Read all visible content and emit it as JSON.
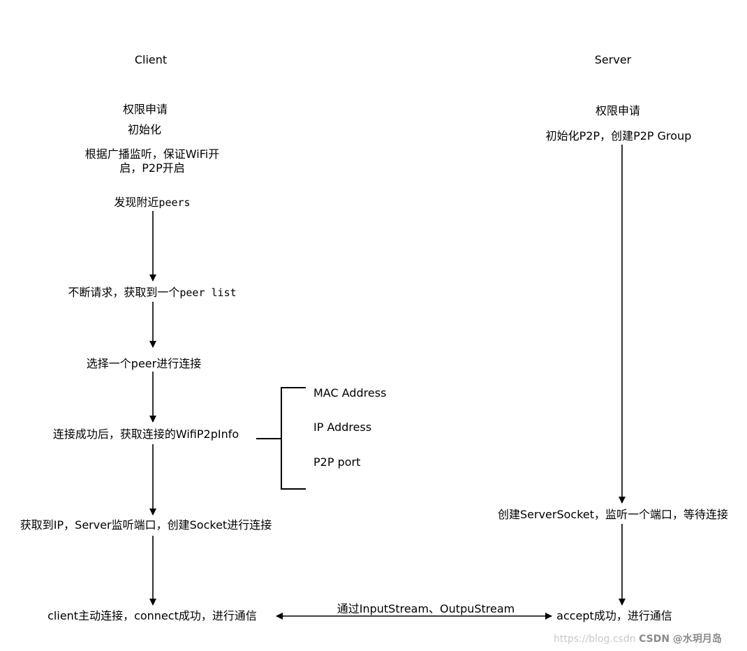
{
  "client": {
    "header": "Client",
    "steps": {
      "permission": "权限申请",
      "init": "初始化",
      "broadcast": "根据广播监听，保证WiFi开启，P2P开启",
      "discover": "发现附近peers",
      "request": "不断请求，获取到一个peer list",
      "select": "选择一个peer进行连接",
      "connected": "连接成功后，获取连接的WifiP2pInfo",
      "socket": "获取到IP，Server监听端口，创建Socket进行连接",
      "communicate": "client主动连接，connect成功，进行通信"
    }
  },
  "server": {
    "header": "Server",
    "steps": {
      "permission": "权限申请",
      "init": "初始化P2P，创建P2P Group",
      "listen": "创建ServerSocket，监听一个端口，等待连接",
      "accept": "accept成功，进行通信"
    }
  },
  "wifi_info": {
    "items": [
      "MAC Address",
      "IP Address",
      "P2P port"
    ]
  },
  "channel_label": "通过InputStream、OutpuStream",
  "watermark": {
    "url": "https://blog.csdn",
    "brand": "CSDN @水玥月岛"
  }
}
